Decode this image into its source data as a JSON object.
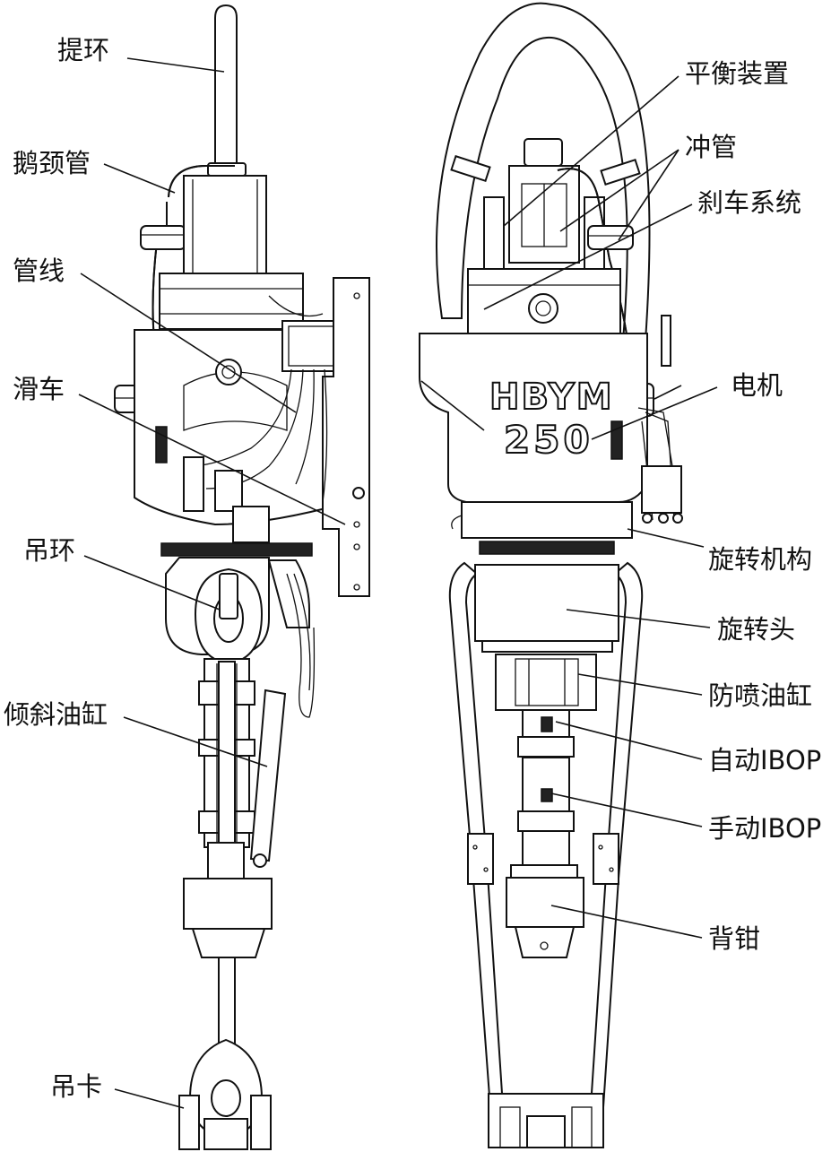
{
  "left_labels": {
    "lifting_ring": "提环",
    "gooseneck": "鹅颈管",
    "pipeline": "管线",
    "pulley": "滑车",
    "hook_ring": "吊环",
    "tilt_cylinder": "倾斜油缸",
    "elevator": "吊卡"
  },
  "right_labels": {
    "balance_device": "平衡装置",
    "washpipe": "冲管",
    "brake_system": "刹车系统",
    "motor": "电机",
    "rotation_mechanism": "旋转机构",
    "rotary_head": "旋转头",
    "blowout_cylinder": "防喷油缸",
    "auto_ibop": "自动IBOP",
    "manual_ibop": "手动IBOP",
    "backup_tong": "背钳"
  },
  "machine_marking": {
    "brand": "HBYM",
    "model": "250"
  }
}
